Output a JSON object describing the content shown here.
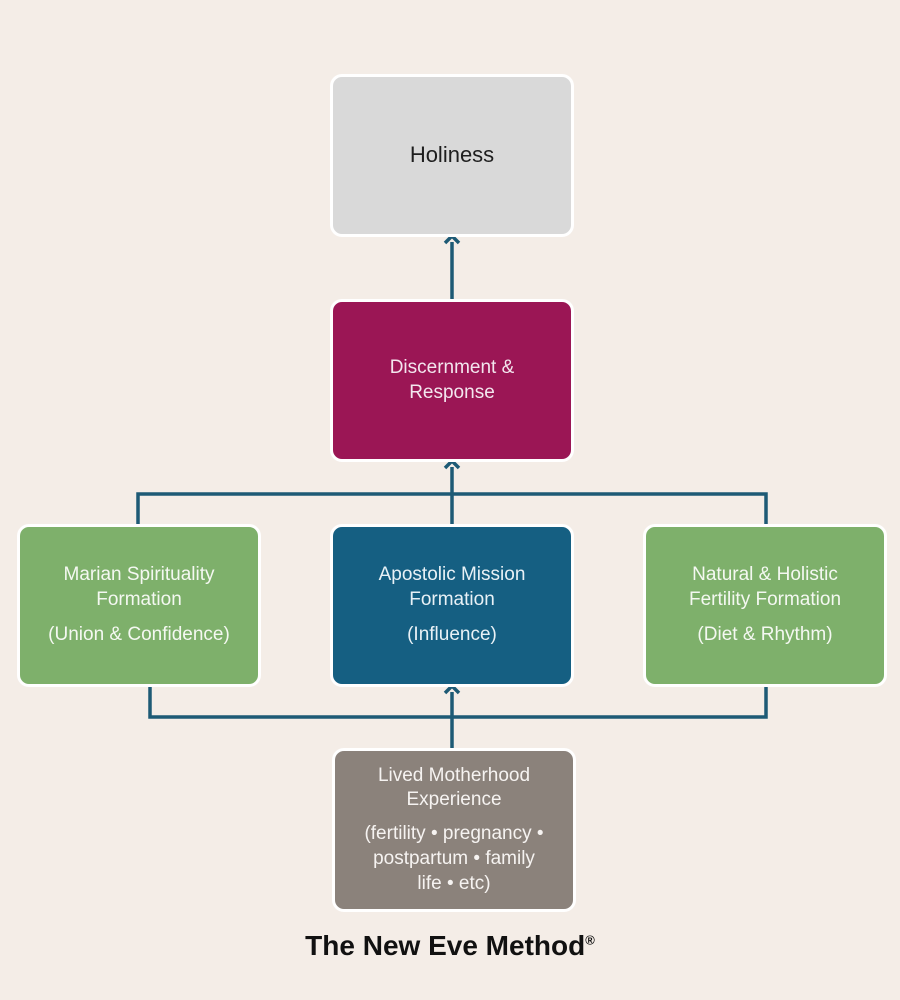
{
  "diagram": {
    "nodes": {
      "holiness": {
        "title": "Holiness"
      },
      "discernment": {
        "title": "Discernment &\nResponse"
      },
      "marian": {
        "title": "Marian Spirituality\nFormation",
        "subtitle": "(Union & Confidence)"
      },
      "apostolic": {
        "title": "Apostolic Mission\nFormation",
        "subtitle": "(Influence)"
      },
      "natural": {
        "title": "Natural & Holistic\nFertility Formation",
        "subtitle": "(Diet & Rhythm)"
      },
      "lived": {
        "title": "Lived Motherhood\nExperience",
        "subtitle": "(fertility • pregnancy •\npostpartum • family\nlife • etc)"
      }
    },
    "connector_color": "#1d5a75"
  },
  "footer": {
    "title": "The New Eve Method",
    "mark": "®"
  }
}
